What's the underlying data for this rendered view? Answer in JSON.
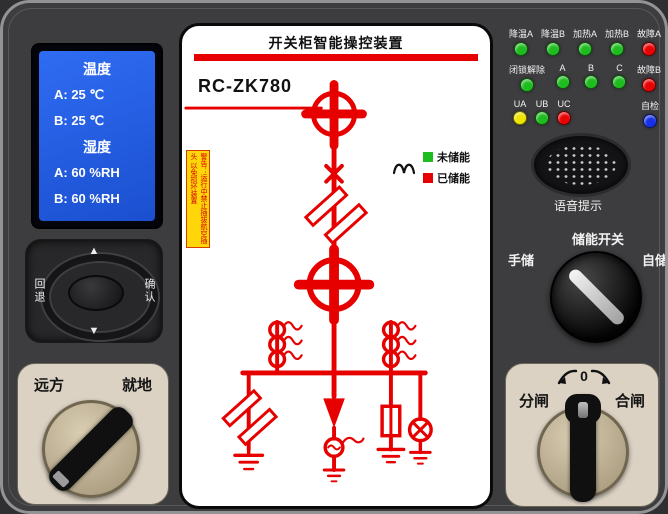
{
  "device": {
    "model": "RC-ZK780",
    "title": "开关柜智能操控装置"
  },
  "lcd": {
    "temp_title": "温度",
    "temp_a": "A: 25 ℃",
    "temp_b": "B: 25 ℃",
    "hum_title": "湿度",
    "hum_a": "A: 60 %RH",
    "hum_b": "B: 60 %RH"
  },
  "nav": {
    "up": "▲",
    "down": "▼",
    "back": "回退",
    "confirm": "确认"
  },
  "mimic": {
    "title": "开关柜智能操控装置",
    "model": "RC-ZK780",
    "diagram_color": "#e60000",
    "legend": {
      "not_charged": "未储能",
      "charged": "已储能",
      "not_charged_color": "#1ebc1e",
      "charged_color": "#e60000"
    },
    "warning": {
      "line1": "警告：运行中禁止插拔航空插头",
      "line2": "以免损坏装置"
    }
  },
  "leds": {
    "rows": [
      {
        "items": [
          {
            "label": "降温A",
            "color": "#1ebc1e"
          },
          {
            "label": "降温B",
            "color": "#1ebc1e"
          },
          {
            "label": "加热A",
            "color": "#1ebc1e"
          },
          {
            "label": "加热B",
            "color": "#1ebc1e"
          },
          {
            "label": "故障A",
            "color": "#e80202"
          }
        ]
      },
      {
        "items": [
          {
            "label": "闭锁解除",
            "color": "#1ebc1e"
          },
          {
            "label": "A",
            "color": "#1ebc1e"
          },
          {
            "label": "B",
            "color": "#1ebc1e"
          },
          {
            "label": "C",
            "color": "#1ebc1e"
          },
          {
            "label": "故障B",
            "color": "#e80202"
          }
        ]
      },
      {
        "items": [
          {
            "label": "UA",
            "color": "#efe400"
          },
          {
            "label": "UB",
            "color": "#1ebc1e"
          },
          {
            "label": "UC",
            "color": "#e80202"
          },
          {
            "label": "自检",
            "color": "#1530e6",
            "gap": true
          }
        ]
      }
    ]
  },
  "speaker": {
    "label": "语音提示"
  },
  "storage_switch": {
    "title": "储能开关",
    "left": "手储",
    "right": "自储"
  },
  "remote_local": {
    "left": "远方",
    "right": "就地"
  },
  "open_close": {
    "left": "分闸",
    "right": "合闸",
    "zero": "0"
  }
}
